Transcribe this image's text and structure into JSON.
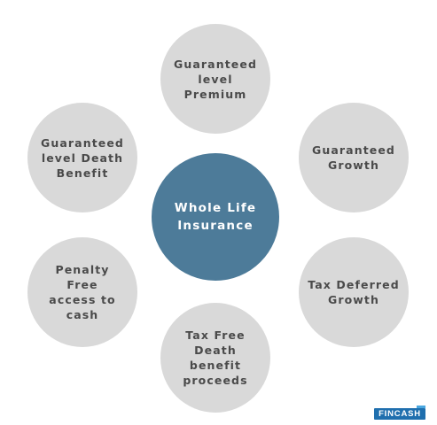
{
  "center": {
    "label": "Whole Life Insurance"
  },
  "benefits": [
    {
      "label": "Guaranteed level Premium"
    },
    {
      "label": "Guaranteed Growth"
    },
    {
      "label": "Tax Deferred Growth"
    },
    {
      "label": "Tax Free Death benefit proceeds"
    },
    {
      "label": "Penalty Free access to cash"
    },
    {
      "label": "Guaranteed level Death Benefit"
    }
  ],
  "logo": {
    "text": "FINCASH"
  },
  "colors": {
    "center": "#4d7b99",
    "outer": "#d9d9d9",
    "outer_text": "#4a4a4a",
    "logo": "#1f6fae"
  }
}
